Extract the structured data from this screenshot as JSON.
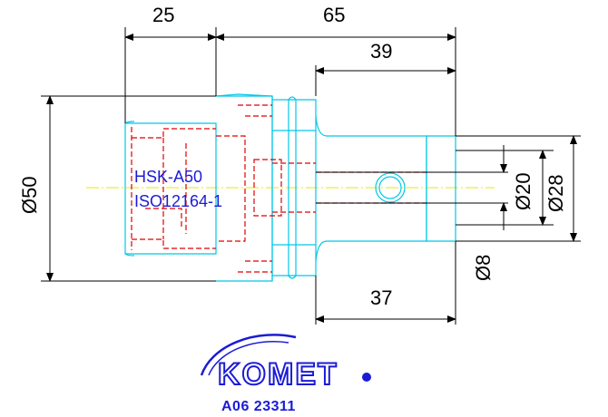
{
  "dimensions": {
    "d25": "25",
    "d65": "65",
    "d39": "39",
    "d37": "37",
    "dia50": "Ø50",
    "dia20": "Ø20",
    "dia28": "Ø28",
    "dia8": "Ø8"
  },
  "labels": {
    "interface": "HSK-A50",
    "standard": "ISO12164-1"
  },
  "logo": {
    "brand": "KOMET"
  },
  "part_number": "A06 23311",
  "colors": {
    "outline": "#00c8e8",
    "hidden_lines": "#e00000",
    "center_line": "#e8e800",
    "text_blue": "#1b1bd6"
  }
}
